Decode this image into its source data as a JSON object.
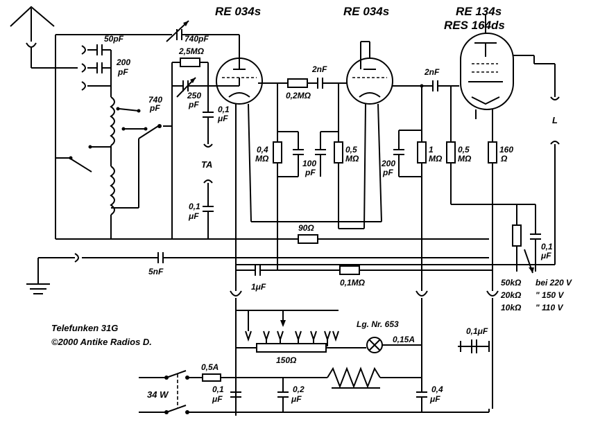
{
  "tubes": {
    "v1": "RE 034s",
    "v2": "RE 034s",
    "v3a": "RE 134s",
    "v3b": "RES 164ds"
  },
  "components": {
    "c_50pf": "50pF",
    "c_200": "200",
    "c_200_unit": "pF",
    "c_740_top": "740pF",
    "r_2_5m": "2,5MΩ",
    "c_740_a": "740",
    "c_740_b": "pF",
    "c_250_a": "250",
    "c_250_b": "pF",
    "c_01_a": "0,1",
    "c_01_b": "μF",
    "ta": "TA",
    "c_01_low_a": "0,1",
    "c_01_low_b": "μF",
    "c_2nf_1": "2nF",
    "r_02m": "0,2MΩ",
    "r_04m_a": "0,4",
    "r_04m_b": "MΩ",
    "c_100_a": "100",
    "c_100_b": "pF",
    "r_05m_a": "0,5",
    "r_05m_b": "MΩ",
    "c_2nf_2": "2nF",
    "c_200b_a": "200",
    "c_200b_b": "pF",
    "r_1m_a": "1",
    "r_1m_b": "MΩ",
    "r_05m2_a": "0,5",
    "r_05m2_b": "MΩ",
    "r_160_a": "160",
    "r_160_b": "Ω",
    "spk": "L",
    "r_90": "90Ω",
    "c_5nf": "5nF",
    "c_1uf": "1μF",
    "r_01m": "0,1MΩ",
    "c_01_right_a": "0,1",
    "c_01_right_b": "μF",
    "c_01uf_out": "0,1μF",
    "lamp": "Lg. Nr. 653",
    "lamp_current": "0,15A",
    "r_150": "150Ω",
    "fuse": "0,5A",
    "power": "34 W",
    "c_01_psu_a": "0,1",
    "c_01_psu_b": "μF",
    "c_02_psu_a": "0,2",
    "c_02_psu_b": "μF",
    "c_04_psu_a": "0,4",
    "c_04_psu_b": "μF"
  },
  "voltage_table": [
    {
      "r": "50kΩ",
      "note": "bei 220 V"
    },
    {
      "r": "20kΩ",
      "note": "\"  150 V"
    },
    {
      "r": "10kΩ",
      "note": "\"  110 V"
    }
  ],
  "caption": {
    "line1": "Telefunken 31G",
    "line2": "©2000 Antike Radios D."
  }
}
